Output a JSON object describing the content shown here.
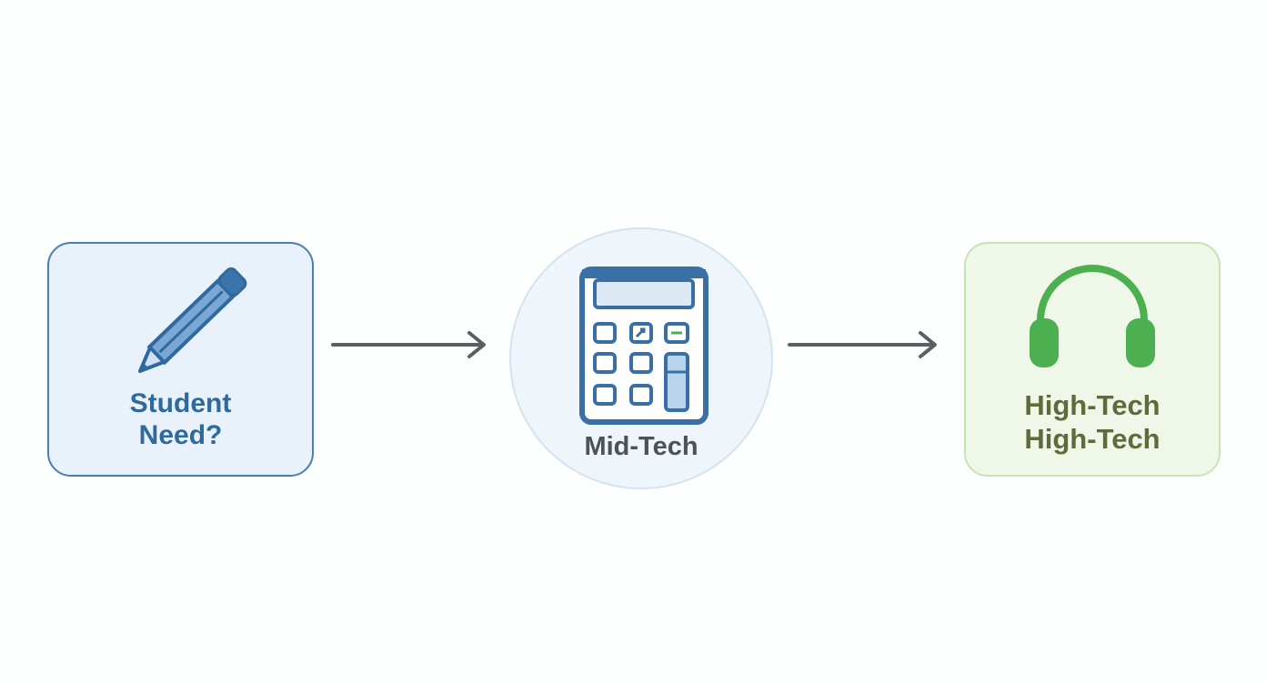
{
  "colors": {
    "student_border": "#4a7fb3",
    "student_fill": "#e9f2fb",
    "student_text": "#2e6a9e",
    "mid_border": "#d3e4f1",
    "mid_fill": "#eef5fb",
    "mid_text": "#4c5258",
    "high_border": "#c6e3b4",
    "high_fill": "#eff8e8",
    "high_text": "#626a3c",
    "high_icon": "#4caf50",
    "arrow": "#5a5f63"
  },
  "nodes": {
    "student": {
      "icon": "pencil-icon",
      "label_line1": "Student",
      "label_line2": "Need?"
    },
    "mid": {
      "icon": "calculator-icon",
      "label": "Mid-Tech"
    },
    "high": {
      "icon": "headphones-icon",
      "label_line1": "High-Tech",
      "label_line2": "High-Tech"
    }
  },
  "edges": [
    {
      "from": "student",
      "to": "mid"
    },
    {
      "from": "mid",
      "to": "high"
    }
  ]
}
